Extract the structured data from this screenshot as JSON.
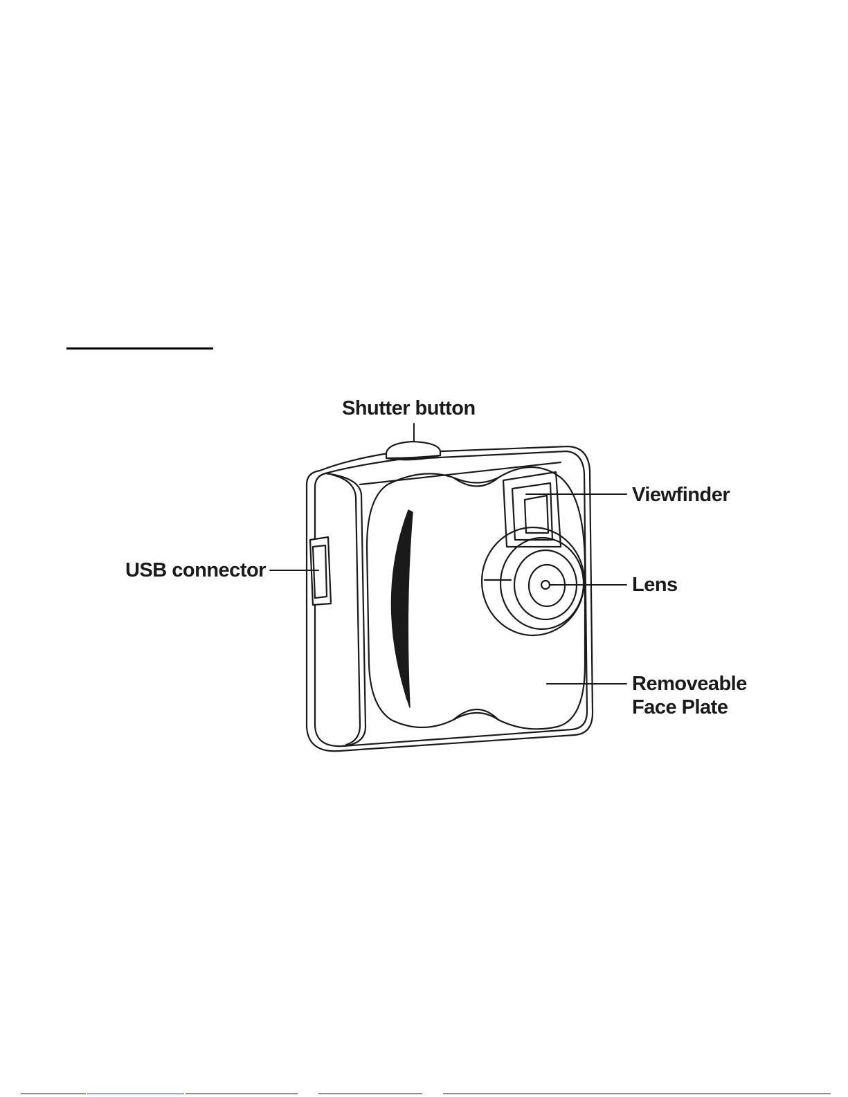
{
  "labels": {
    "shutter_button": "Shutter button",
    "viewfinder": "Viewfinder",
    "usb_connector": "USB connector",
    "lens": "Lens",
    "face_plate_line1": "Removeable",
    "face_plate_line2": "Face Plate"
  },
  "colors": {
    "ink": "#1a1a1a",
    "background": "#ffffff",
    "footer_link": "#1a3fd6"
  }
}
